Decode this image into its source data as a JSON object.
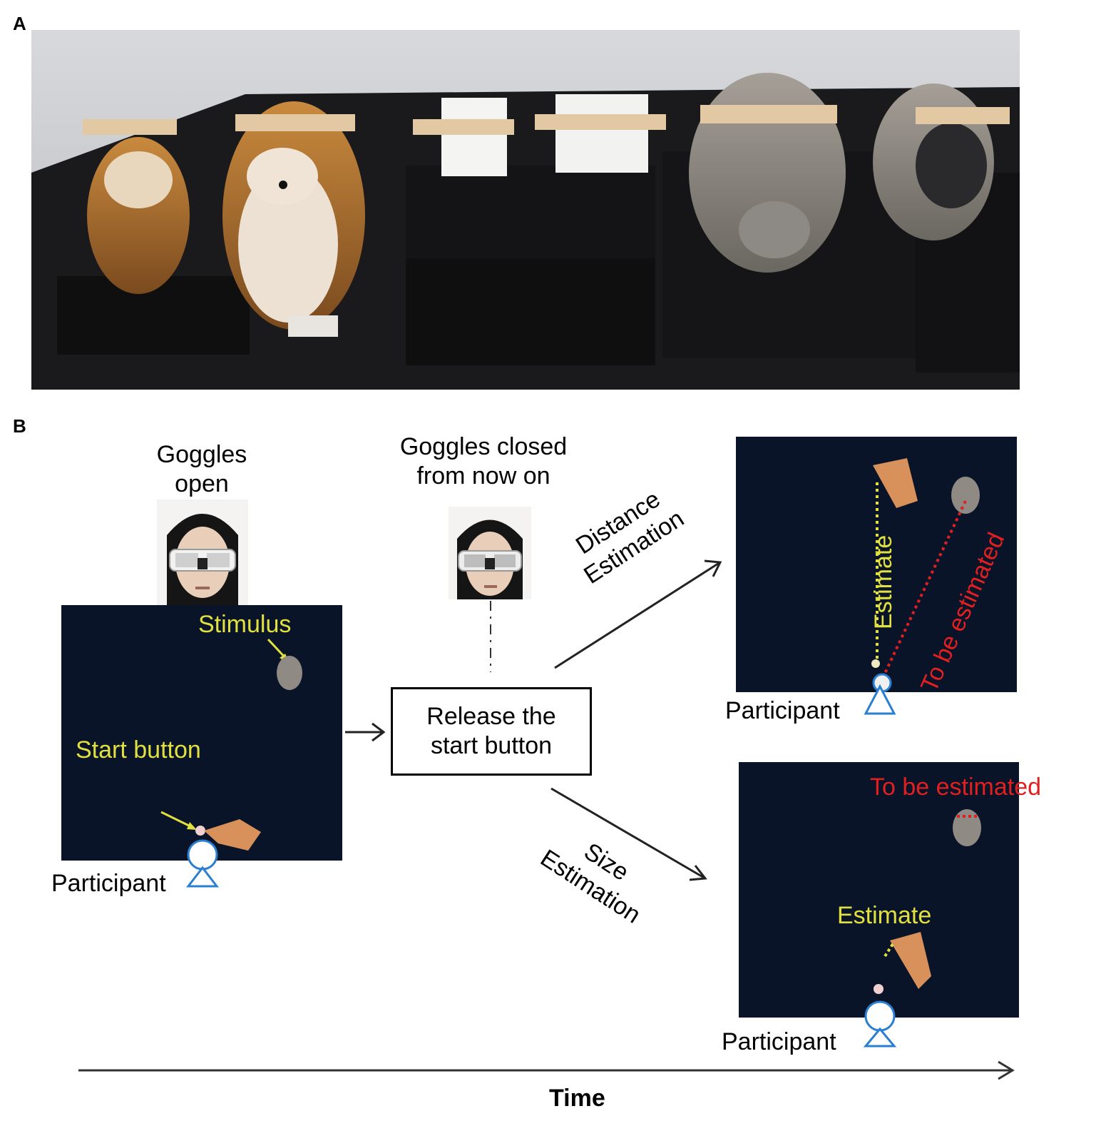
{
  "panels": {
    "a_label": "A",
    "b_label": "B"
  },
  "photo": {
    "animals": [
      "chipmunk-small",
      "chipmunk-large",
      "clay-block-small",
      "clay-block-large",
      "hamster-large",
      "hamster-small"
    ]
  },
  "diagram": {
    "goggles_open": "Goggles\nopen",
    "goggles_open_line1": "Goggles",
    "goggles_open_line2": "open",
    "goggles_closed_line1": "Goggles closed",
    "goggles_closed_line2": "from now on",
    "release_line1": "Release the",
    "release_line2": "start button",
    "stimulus": "Stimulus",
    "start_button": "Start button",
    "participant": "Participant",
    "distance_line1": "Distance",
    "distance_line2": "Estimation",
    "size_line1": "Size",
    "size_line2": "Estimation",
    "estimate": "Estimate",
    "to_be_estimated": "To be estimated",
    "time": "Time"
  },
  "colors": {
    "panel_bg": "#0a1428",
    "yellow": "#e0e040",
    "red": "#e02020",
    "participant_icon": "#2a7fd0"
  }
}
